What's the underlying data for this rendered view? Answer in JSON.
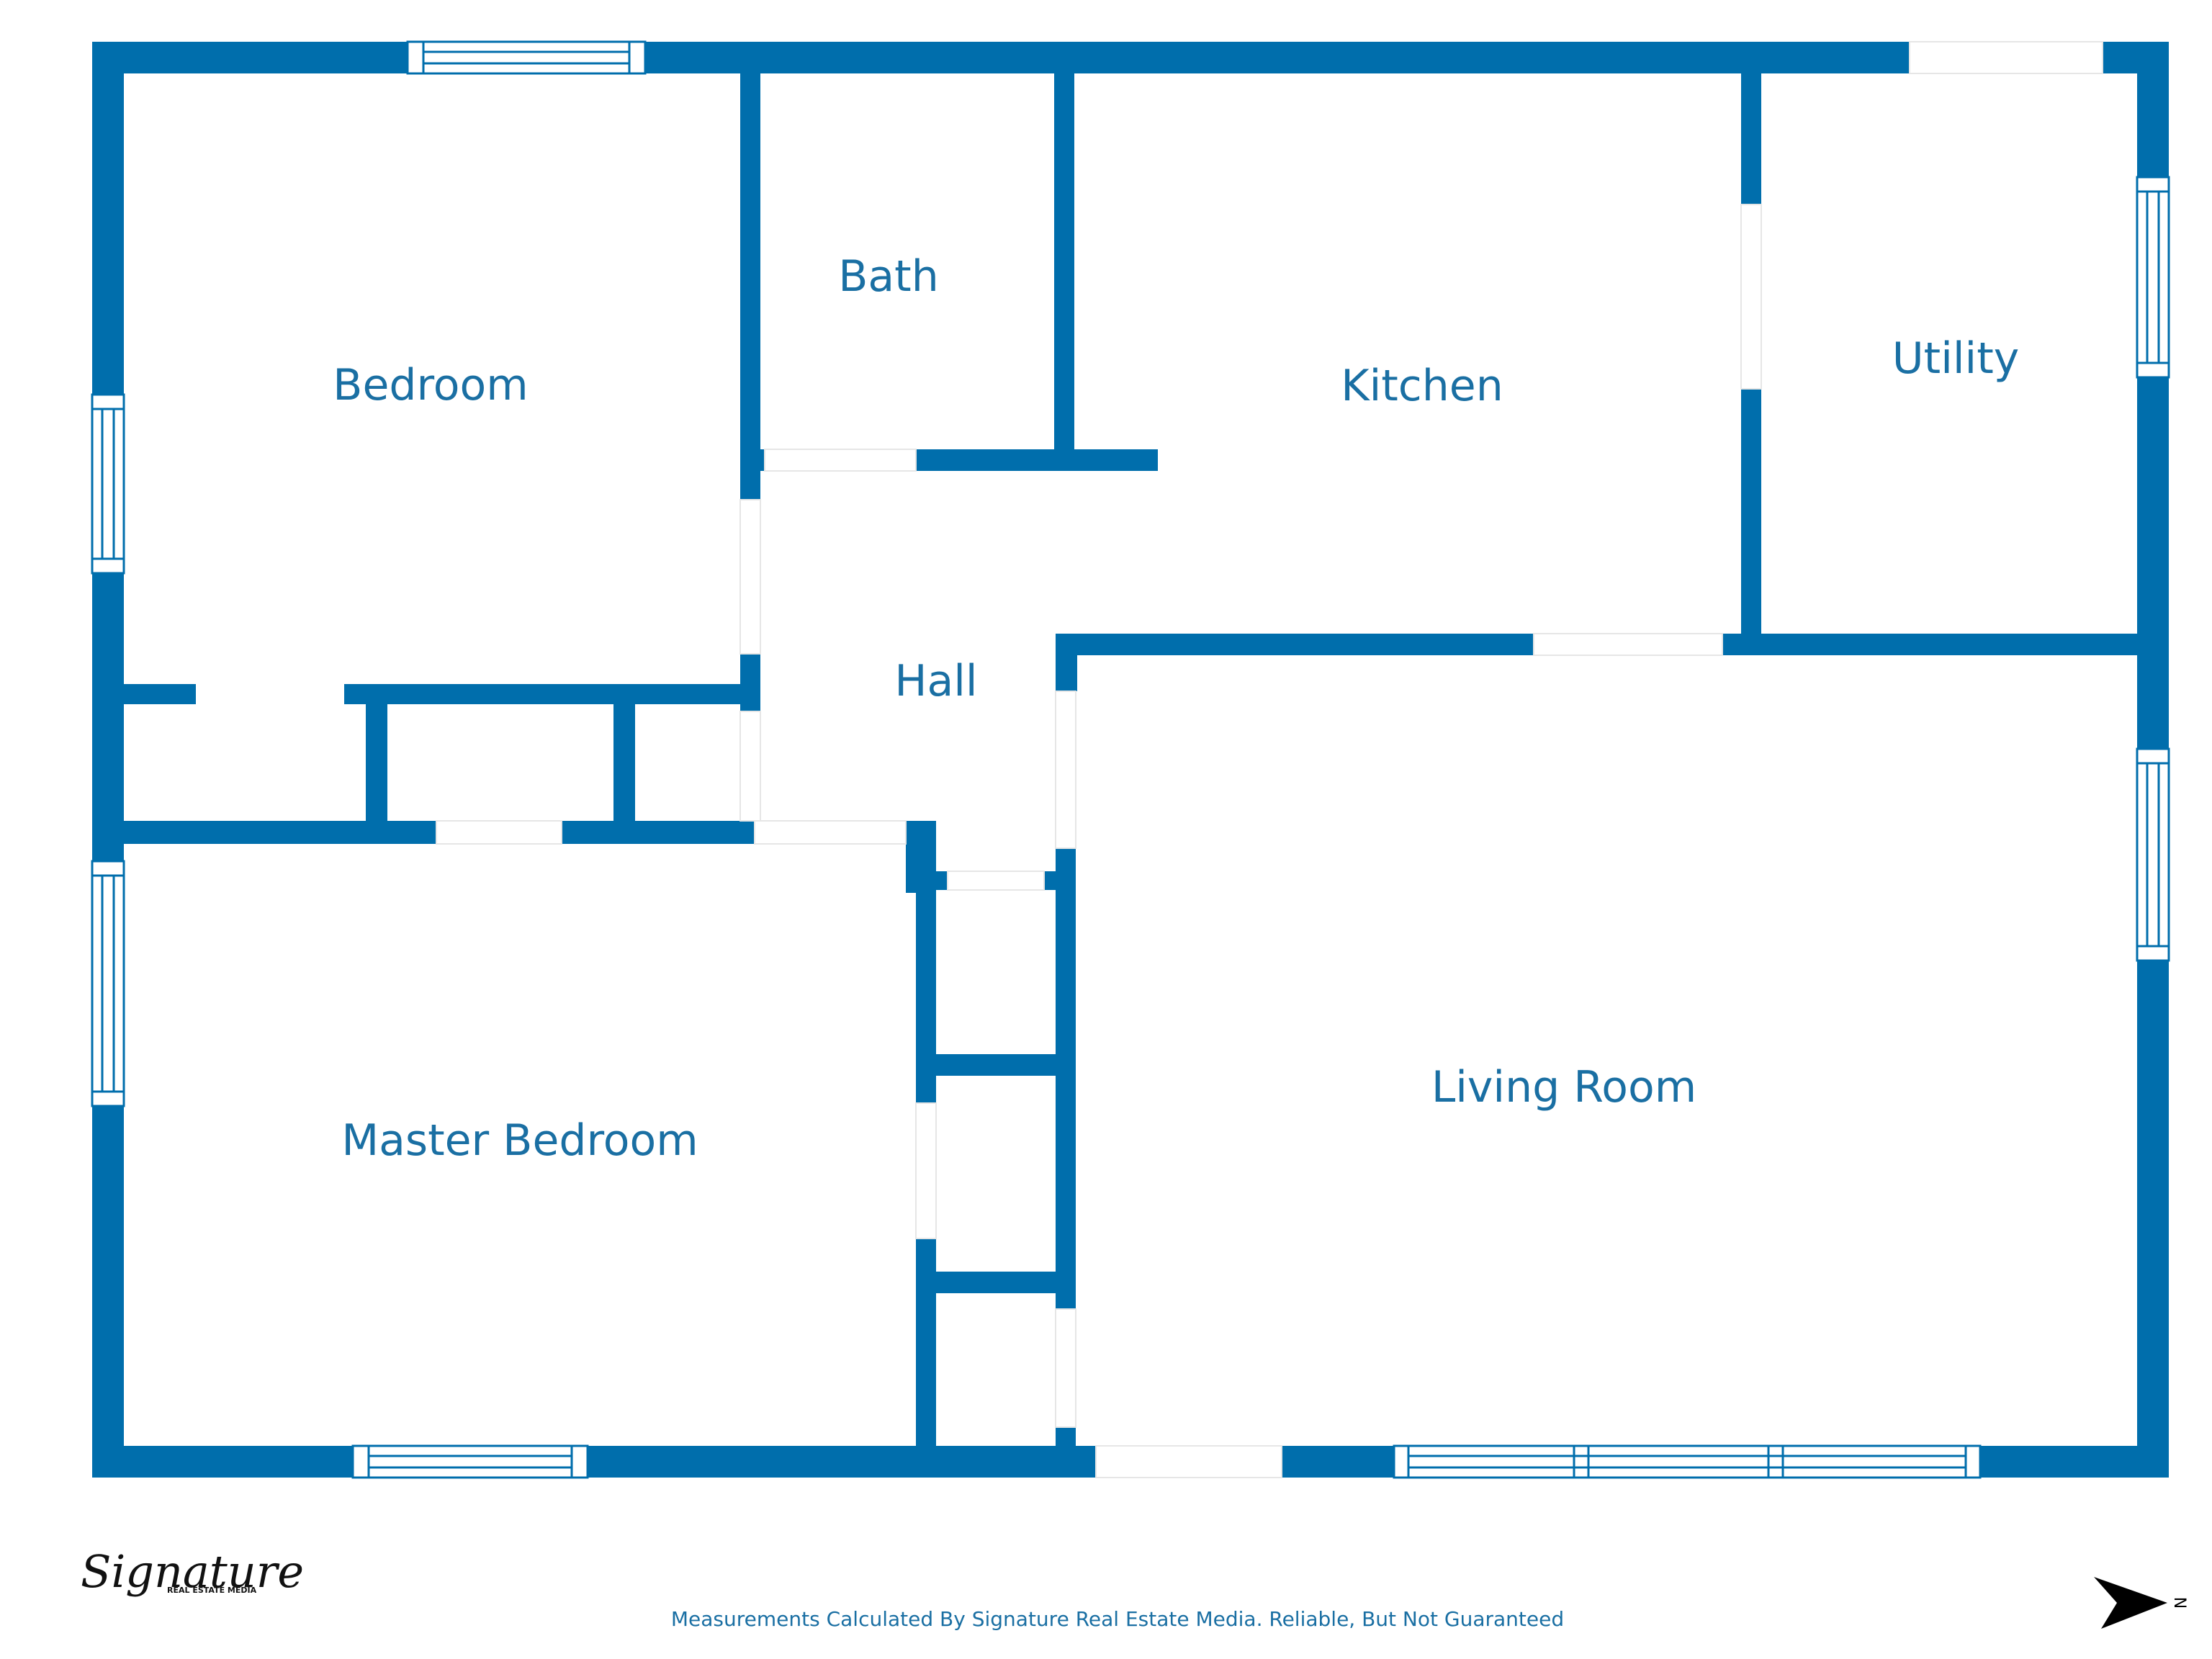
{
  "colors": {
    "wall": "#006eac",
    "label": "#1a6fa3",
    "background": "#ffffff"
  },
  "rooms": {
    "bedroom": "Bedroom",
    "bath": "Bath",
    "kitchen": "Kitchen",
    "utility": "Utility",
    "hall": "Hall",
    "master_bedroom": "Master Bedroom",
    "living_room": "Living Room"
  },
  "footer": {
    "disclaimer": "Measurements Calculated By Signature Real Estate Media. Reliable, But Not Guaranteed"
  },
  "logo": {
    "script": "Signature",
    "subtitle": "REAL ESTATE MEDIA"
  },
  "compass": {
    "letter": "N",
    "icon": "north-arrow-icon"
  }
}
